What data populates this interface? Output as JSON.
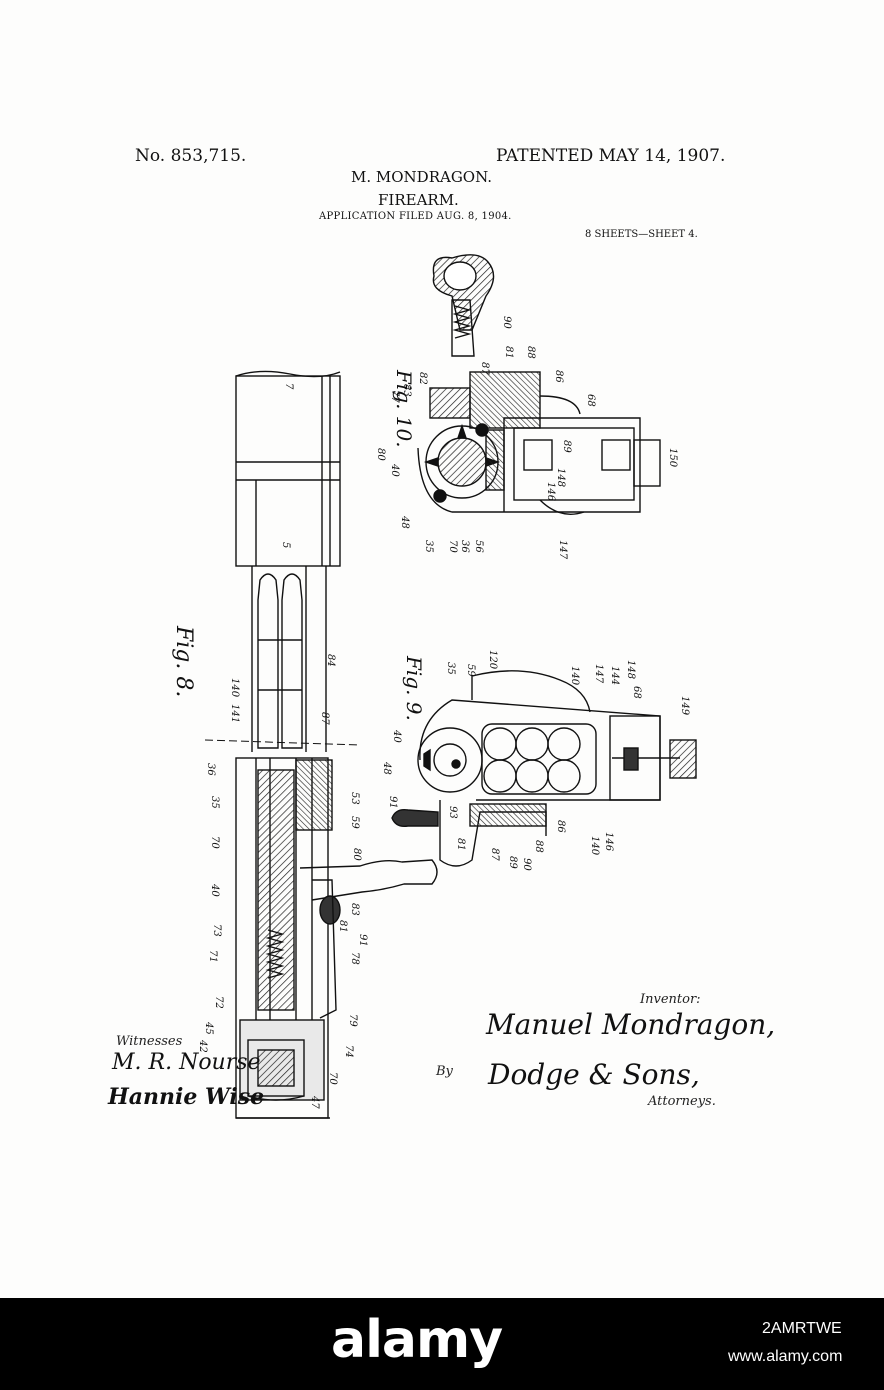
{
  "header": {
    "patent_number": "No. 853,715.",
    "patented": "PATENTED MAY 14, 1907.",
    "inventor": "M. MONDRAGON.",
    "title": "FIREARM.",
    "filed": "APPLICATION FILED AUG. 8, 1904.",
    "sheets": "8 SHEETS—SHEET 4."
  },
  "figures": {
    "fig8": "Fig. 8.",
    "fig9": "Fig. 9.",
    "fig10": "Fig. 10."
  },
  "signatures": {
    "witnesses_label": "Witnesses",
    "witness1": "M. R. Nourse",
    "witness2": "Hannie Wise",
    "inventor_label": "Inventor:",
    "inventor_signature": "Manuel Mondragon,",
    "by_label": "By",
    "attorney_signature": "Dodge & Sons,",
    "attorneys_label": "Attorneys."
  },
  "watermark": {
    "logo": "alamy",
    "image_id": "2AMRTWE",
    "url": "www.alamy.com"
  }
}
